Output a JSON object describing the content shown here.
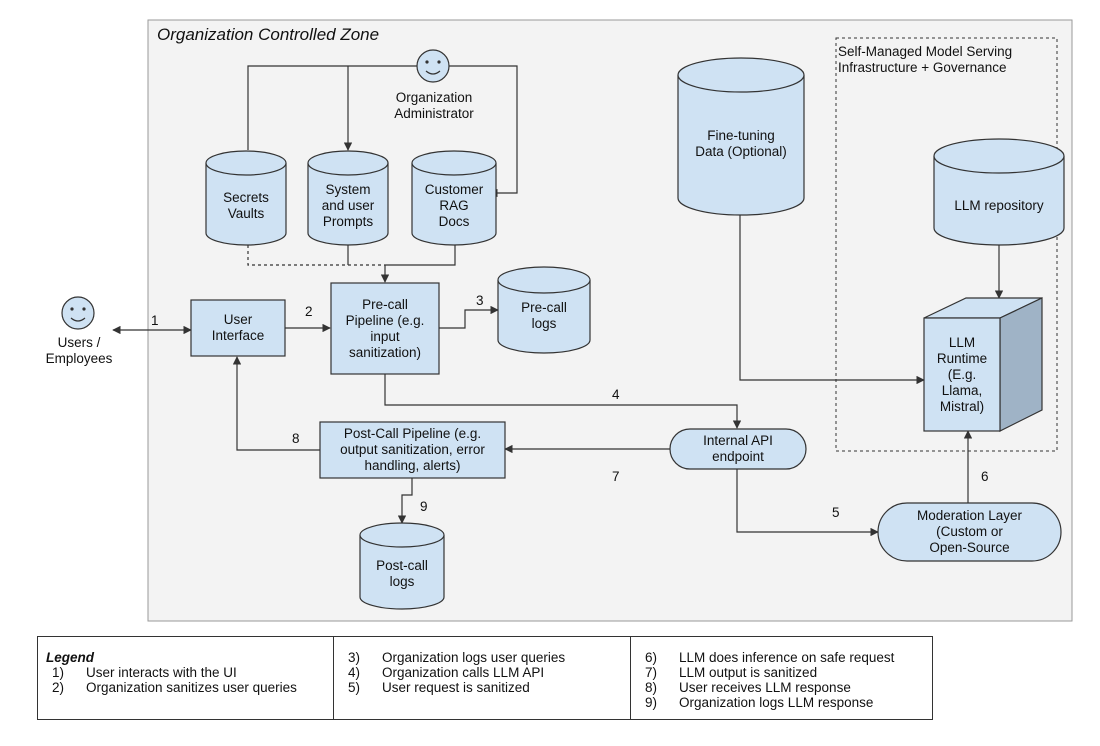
{
  "zone_title": "Organization Controlled Zone",
  "smi_title": "Self-Managed Model Serving\nInfrastructure + Governance",
  "actors": {
    "users": "Users /\nEmployees",
    "admin": "Organization\nAdministrator"
  },
  "stores": {
    "secrets": "Secrets\nVaults",
    "prompts": "System\nand user\nPrompts",
    "rag": "Customer\nRAG\nDocs",
    "finetune": "Fine-tuning\nData (Optional)",
    "llm_repo": "LLM repository",
    "precall_logs": "Pre-call\nlogs",
    "postcall_logs": "Post-call\nlogs"
  },
  "boxes": {
    "ui": "User\nInterface",
    "precall": "Pre-call\nPipeline (e.g.\ninput\nsanitization)",
    "postcall": "Post-Call Pipeline (e.g.\noutput sanitization, error\nhandling, alerts)",
    "api": "Internal API\nendpoint",
    "moderation": "Moderation Layer\n(Custom or\nOpen-Source",
    "runtime": "LLM\nRuntime\n(E.g.\nLlama,\nMistral)"
  },
  "step_numbers": [
    "1",
    "2",
    "3",
    "4",
    "5",
    "6",
    "7",
    "8",
    "9"
  ],
  "legend": {
    "title": "Legend",
    "items": [
      {
        "n": "1)",
        "text": "User interacts with the UI"
      },
      {
        "n": "2)",
        "text": "Organization sanitizes user queries"
      },
      {
        "n": "3)",
        "text": "Organization logs user queries"
      },
      {
        "n": "4)",
        "text": "Organization calls LLM API"
      },
      {
        "n": "5)",
        "text": "User request is sanitized"
      },
      {
        "n": "6)",
        "text": "LLM does inference on safe request"
      },
      {
        "n": "7)",
        "text": "LLM output is sanitized"
      },
      {
        "n": "8)",
        "text": "User receives LLM response"
      },
      {
        "n": "9)",
        "text": "Organization logs LLM response"
      }
    ]
  },
  "colors": {
    "fill": "#cfe2f3",
    "stroke": "#333333",
    "zone": "#f3f3f3",
    "cube_side": "#9fb3c6"
  }
}
